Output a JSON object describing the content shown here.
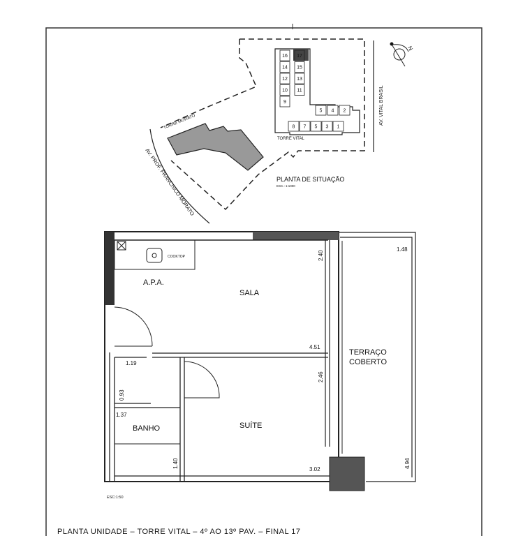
{
  "site_plan": {
    "title": "PLANTA DE SITUAÇÃO",
    "scale": "ESC.: 1:1000",
    "street_left": "AV. PROF. FRANCISCO MORATO",
    "street_right": "AV. VITAL BRASIL",
    "tower_left": "TORRE MORATO",
    "tower_right": "TORRE VITAL",
    "north_label": "N",
    "units_column_left": [
      "16",
      "14",
      "12",
      "10",
      "9"
    ],
    "units_column_right": [
      "17",
      "15",
      "13",
      "11"
    ],
    "units_row_top": [
      "5",
      "4",
      "2"
    ],
    "units_row_bottom": [
      "8",
      "7",
      "5",
      "3",
      "1"
    ],
    "highlighted_unit": "17"
  },
  "unit_plan": {
    "rooms": {
      "apa": "A.P.A.",
      "sala": "SALA",
      "suite": "SUÍTE",
      "banho": "BANHO",
      "terraco_line1": "TERRAÇO",
      "terraco_line2": "COBERTO"
    },
    "cooktop_label": "COOKTOP",
    "dimensions": {
      "sala_height": "2.40",
      "sala_width": "4.51",
      "suite_height": "2.46",
      "suite_width": "3.02",
      "terrace_width": "1.48",
      "terrace_length": "4.94",
      "hall_width": "1.19",
      "hall_height": "0.93",
      "banho_width": "1.37",
      "banho_height": "1.40"
    },
    "scale": "ESC:1:50"
  },
  "footer_title": "PLANTA UNIDADE  –  TORRE VITAL  –  4º AO 13º PAV.  –  FINAL 17"
}
